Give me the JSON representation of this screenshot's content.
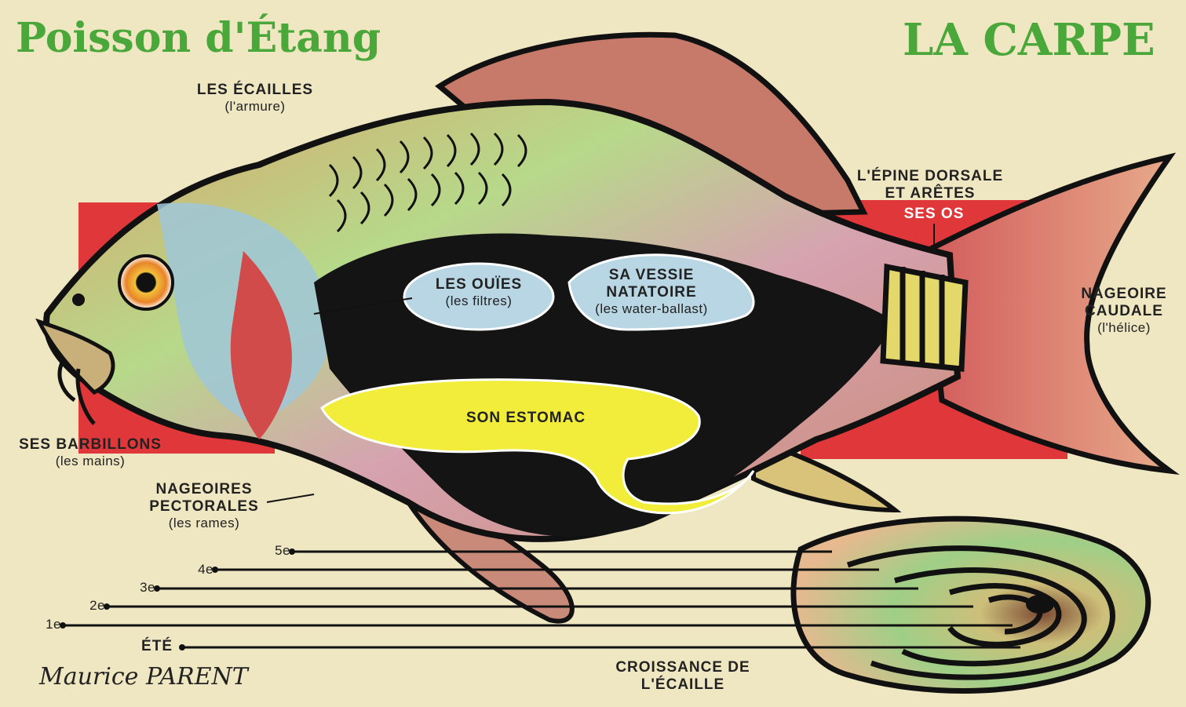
{
  "title_left": "Poisson d'Étang",
  "title_right": "LA CARPE",
  "labels": {
    "ecailles": "LES ÉCAILLES",
    "ecailles_sub": "(l'armure)",
    "epine_1": "L'ÉPINE DORSALE",
    "epine_2": "ET ARÊTES",
    "ses_os": "SES OS",
    "ouies": "LES OUÏES",
    "ouies_sub": "(les filtres)",
    "vessie_1": "SA VESSIE",
    "vessie_2": "NATATOIRE",
    "vessie_sub": "(les water-ballast)",
    "caudale_1": "NAGEOIRE",
    "caudale_2": "CAUDALE",
    "caudale_sub": "(l'hélice)",
    "estomac": "SON ESTOMAC",
    "barbillons": "SES BARBILLONS",
    "barbillons_sub": "(les mains)",
    "pect_1": "NAGEOIRES",
    "pect_2": "PECTORALES",
    "pect_sub": "(les rames)",
    "croissance_1": "CROISSANCE DE",
    "croissance_2": "L'ÉCAILLE"
  },
  "growth_marks": [
    "5e",
    "4e",
    "3e",
    "2e",
    "1e",
    "ÉTÉ"
  ],
  "signature": "Maurice PARENT",
  "colors": {
    "title_green": "#4aa83a",
    "background": "#efe6c2",
    "red_band": "#e0383a",
    "body_black": "#141414",
    "bladder_blue": "#b8d6e4",
    "stomach_yellow": "#f2ec3a"
  }
}
